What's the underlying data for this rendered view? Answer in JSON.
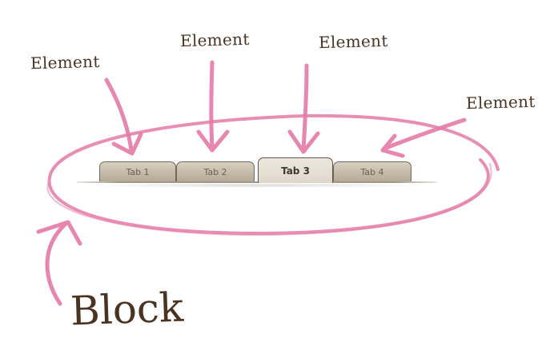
{
  "callouts": [
    {
      "label": "Element"
    },
    {
      "label": "Element"
    },
    {
      "label": "Element"
    },
    {
      "label": "Element"
    }
  ],
  "block_label": "Block",
  "tabs": [
    {
      "label": "Tab 1",
      "active": false
    },
    {
      "label": "Tab 2",
      "active": false
    },
    {
      "label": "Tab 3",
      "active": true
    },
    {
      "label": "Tab 4",
      "active": false
    }
  ],
  "colors": {
    "marker": "#e57aa6",
    "text": "#4a3320",
    "tab_fill": "#c3b8a6",
    "tab_active_fill": "#e6dfd3",
    "tab_border": "#6f675c"
  }
}
